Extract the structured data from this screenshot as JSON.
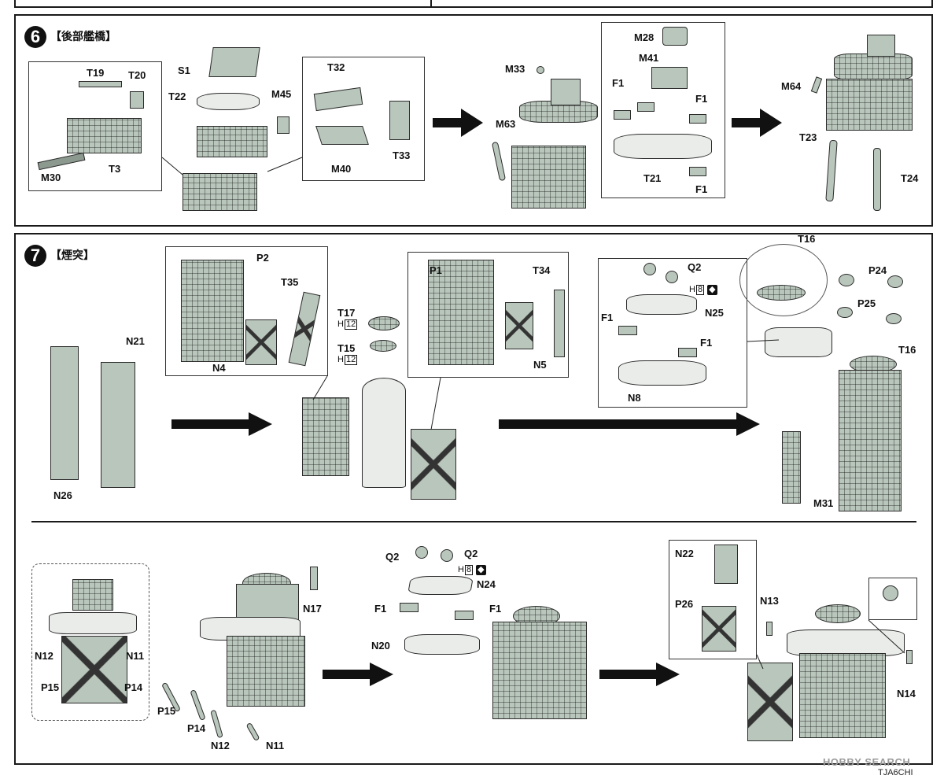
{
  "steps": [
    {
      "number": "6",
      "title": "【後部艦橋】"
    },
    {
      "number": "7",
      "title": "【煙突】"
    }
  ],
  "step6": {
    "labels": {
      "T19": "T19",
      "T20": "T20",
      "T3": "T3",
      "M30": "M30",
      "S1": "S1",
      "T22": "T22",
      "M45": "M45",
      "T32": "T32",
      "M40": "M40",
      "T33": "T33",
      "M33": "M33",
      "M63": "M63",
      "M28": "M28",
      "M41": "M41",
      "F1a": "F1",
      "F1b": "F1",
      "F1c": "F1",
      "T21": "T21",
      "M64": "M64",
      "T23": "T23",
      "T24": "T24"
    }
  },
  "step7": {
    "labels": {
      "N21": "N21",
      "N26": "N26",
      "P2": "P2",
      "T35": "T35",
      "N4": "N4",
      "T17": "T17",
      "T15": "T15",
      "P1": "P1",
      "T34": "T34",
      "N5": "N5",
      "Q2": "Q2",
      "N25": "N25",
      "F1a": "F1",
      "F1b": "F1",
      "N8": "N8",
      "T16a": "T16",
      "P24": "P24",
      "P25": "P25",
      "T16b": "T16",
      "M31": "M31",
      "N12a": "N12",
      "N11a": "N11",
      "P15a": "P15",
      "P14a": "P14",
      "N17": "N17",
      "P15b": "P15",
      "P14b": "P14",
      "N12b": "N12",
      "N11b": "N11",
      "Q2a": "Q2",
      "Q2b": "Q2",
      "N24": "N24",
      "F1c": "F1",
      "F1d": "F1",
      "N20": "N20",
      "N22": "N22",
      "P26": "P26",
      "N13": "N13",
      "N14": "N14"
    },
    "height_marks": [
      {
        "prefix": "H",
        "value": "12"
      },
      {
        "prefix": "H",
        "value": "12"
      },
      {
        "prefix": "H",
        "value": "8"
      },
      {
        "prefix": "H",
        "value": "8"
      }
    ]
  },
  "footer": {
    "code": "TJA6CHI",
    "watermark": "HOBBY SEARCH"
  },
  "colors": {
    "part_fill": "#b9c6bc",
    "outline": "#2a2a2a",
    "arrow": "#111111"
  }
}
